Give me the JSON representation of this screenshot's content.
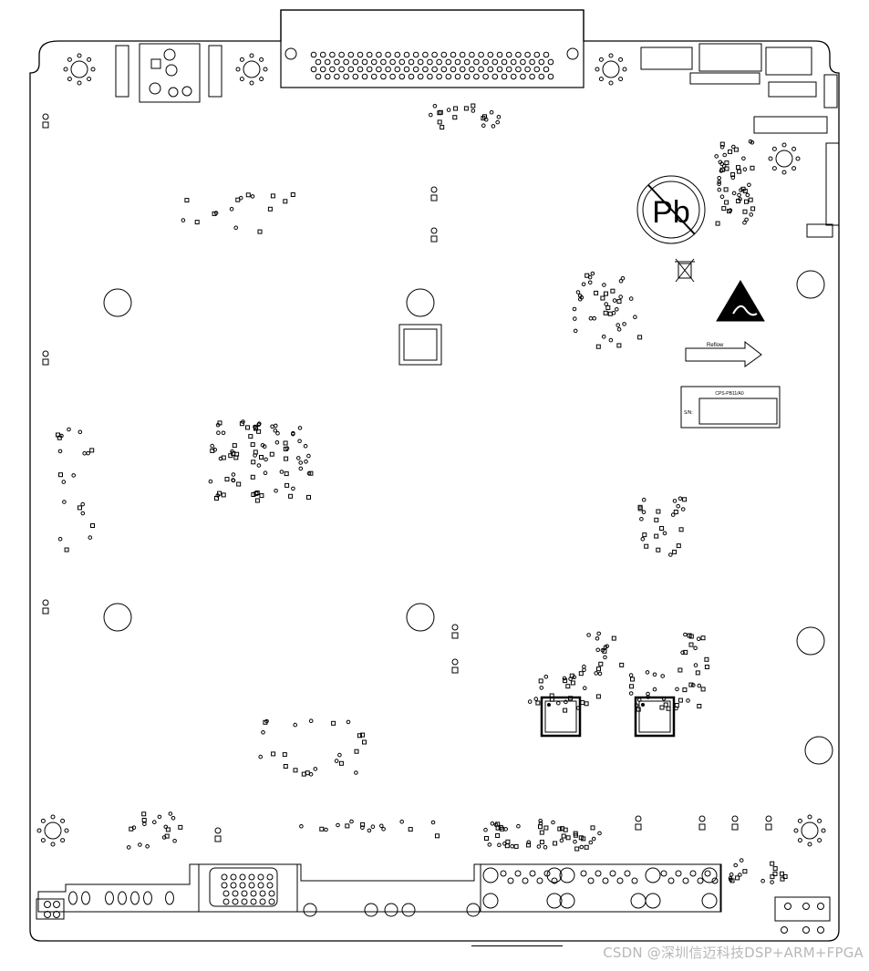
{
  "diagram": {
    "title": "PCB bottom-side silkscreen layout",
    "labels": {
      "pb_symbol": "Pb",
      "reflow_label": "Reflow",
      "part_number": "CPS-PB11/A0",
      "serial_label": "S/N:",
      "watermark": "CSDN @深圳信迈科技DSP+ARM+FPGA"
    },
    "icons": [
      "lead-free-icon",
      "weee-bin-icon",
      "esd-warning-icon",
      "reflow-arrow-icon"
    ]
  }
}
